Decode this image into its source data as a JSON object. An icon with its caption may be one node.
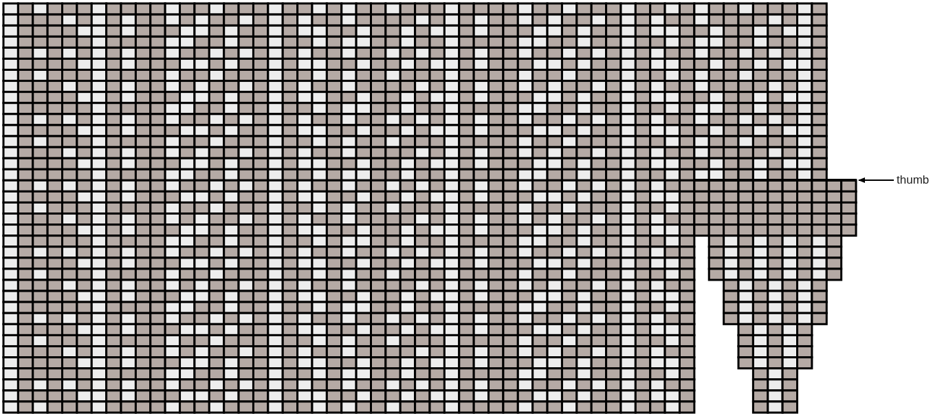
{
  "diagram": {
    "nodes": [
      {
        "text": [
          "thumb"
        ]
      },
      {
        "text": [],
        "shape": "bar"
      }
    ],
    "edges": [
      {
        "from": 0,
        "to": 1,
        "arrow": "to"
      }
    ]
  }
}
